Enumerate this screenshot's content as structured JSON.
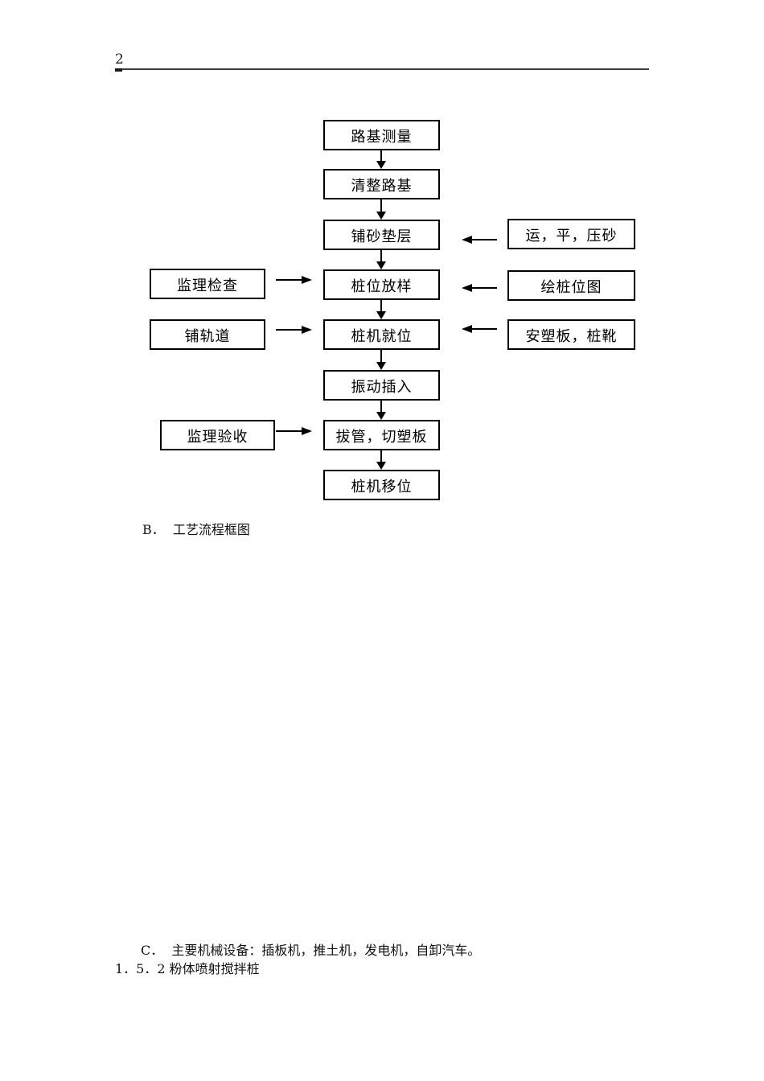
{
  "page": {
    "number": "2"
  },
  "flowchart": {
    "main_steps": [
      "路基测量",
      "清整路基",
      "铺砂垫层",
      "桩位放样",
      "桩机就位",
      "振动插入",
      "拔管，切塑板",
      "桩机移位"
    ],
    "left_annotations": [
      {
        "label": "监理检查",
        "points_to": "桩位放样"
      },
      {
        "label": "铺轨道",
        "points_to": "桩机就位"
      },
      {
        "label": "监理验收",
        "points_to": "拔管，切塑板"
      }
    ],
    "right_annotations": [
      {
        "label": "运，平，压砂",
        "points_to": "铺砂垫层"
      },
      {
        "label": "绘桩位图",
        "points_to": "桩位放样"
      },
      {
        "label": "安塑板，桩靴",
        "points_to": "桩机就位"
      }
    ]
  },
  "body": {
    "caption_b": "B．  工艺流程框图",
    "equipment_c": "C．  主要机械设备：插板机，推土机，发电机，自卸汽车。",
    "section_heading": "1．5．2 粉体喷射搅拌桩"
  }
}
